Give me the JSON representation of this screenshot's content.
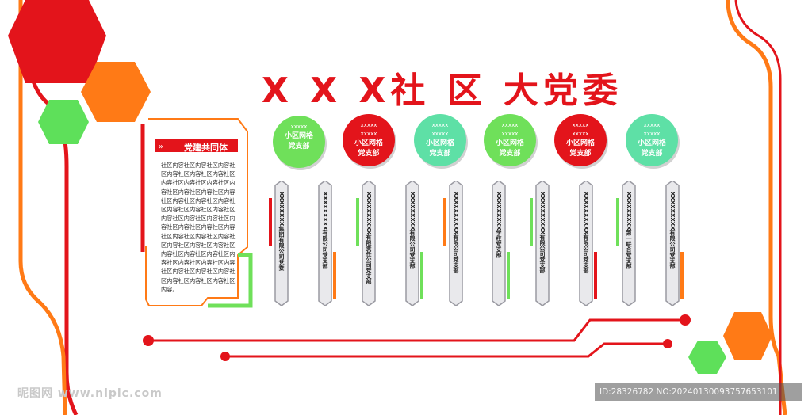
{
  "title": "X X X社 区 大党委",
  "panel": {
    "heading": "党建共同体",
    "body": "社区内容社区内容社区内容社区内容社区内容社区内容社区内容社区内容社区内容社区内容社区内容社区内容社区内容社区内容社区内容社区内容社区内容社区内容社区内容社区内容社区内容社区内容社区内容社区内容社区内容社区内容社区内容社区内容社区内容社区内容社区内容社区内容社区内容社区内容社区内容社区内容社区内容社区内容社区内容社区内容社区内容社区内容社区内容社区内容社区内容社区内容。"
  },
  "circles": [
    {
      "line1": "xxxxx",
      "line2": "小区网格",
      "line3": "党支部",
      "color": "#6fe05a"
    },
    {
      "line1": "xxxxx",
      "line2": "xxxxx",
      "line3": "小区网格",
      "line4": "党支部",
      "color": "#e3141b"
    },
    {
      "line1": "xxxxx",
      "line2": "xxxxx",
      "line3": "小区网格",
      "line4": "党支部",
      "color": "#5ee0a6"
    },
    {
      "line1": "xxxxx",
      "line2": "xxxxx",
      "line3": "小区网格",
      "line4": "党支部",
      "color": "#6fe05a"
    },
    {
      "line1": "xxxxx",
      "line2": "xxxxx",
      "line3": "小区网格",
      "line4": "党支部",
      "color": "#e3141b"
    },
    {
      "line1": "xxxxx",
      "line2": "xxxxx",
      "line3": "小区网格",
      "line4": "党支部",
      "color": "#5ee0a6"
    }
  ],
  "pills": [
    {
      "text": "XXXXXXXX集团有限公司党委",
      "accent": "#e3141b"
    },
    {
      "text": "XXXXXXXXX有限公司党支部",
      "accent": "#ff7a16"
    },
    {
      "text": "XXXXXXXXXX有限责任公司党支部",
      "accent": "#6fe05a"
    },
    {
      "text": "XXXXXXXXX有限公司党支部",
      "accent": "#6fe05a"
    },
    {
      "text": "XXXXXXXXXX有限公司党支部",
      "accent": "#ff7a16"
    },
    {
      "text": "XXXXXXXXX学校党支部",
      "accent": "#6fe05a"
    },
    {
      "text": "XXXXXXXXXX有限公司党支部",
      "accent": "#6fe05a"
    },
    {
      "text": "XXXXXXXXXX有限公司党支部",
      "accent": "#e3141b"
    },
    {
      "text": "XXXXXXXXX第一联合党支部",
      "accent": "#6fe05a"
    },
    {
      "text": "XXXXXXXXX有限公司党支部",
      "accent": "#ff7a16"
    }
  ],
  "watermark": {
    "left": "昵图网 www.nipic.com",
    "right": "ID:28326782 NO:20240130093757653101"
  }
}
